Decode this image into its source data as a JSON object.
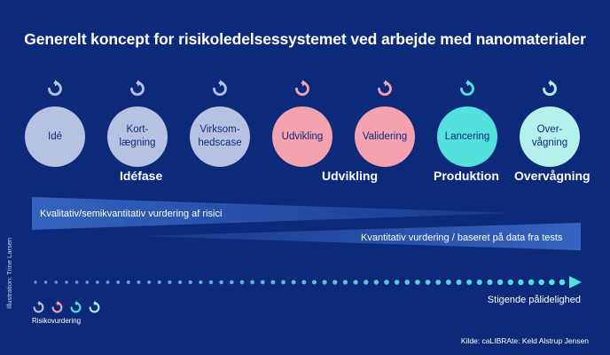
{
  "title": "Generelt koncept for risikoledelsessystemet ved arbejde med nanomaterialer",
  "colors": {
    "background": "#0d2a7a",
    "ide": "#b7c2e2",
    "udvikling": "#f4a1b0",
    "produktion": "#54e0dc",
    "band": "#2f59b4"
  },
  "stages": [
    {
      "label": "Idé",
      "color": "#b7c2e2",
      "icon": "cycle-arrow-icon"
    },
    {
      "label": "Kort-\nlægning",
      "color": "#b7c2e2",
      "icon": "cycle-arrow-icon"
    },
    {
      "label": "Virksom-\nhedscase",
      "color": "#b7c2e2",
      "icon": "cycle-arrow-icon"
    },
    {
      "label": "Udvikling",
      "color": "#f4a1b0",
      "icon": "cycle-arrow-icon"
    },
    {
      "label": "Validering",
      "color": "#f4a1b0",
      "icon": "cycle-arrow-icon"
    },
    {
      "label": "Lancering",
      "color": "#54e0dc",
      "icon": "cycle-arrow-icon"
    },
    {
      "label": "Over-\nvågning",
      "color": "#b4f1ec",
      "icon": "cycle-arrow-icon"
    }
  ],
  "phases": [
    "Idéfase",
    "Udvikling",
    "Produktion",
    "Overvågning"
  ],
  "bands": {
    "qualitative": "Kvalitativ/semikvantitativ vurdering af risici",
    "quantitative": "Kvantitativ vurdering / baseret på data fra tests"
  },
  "reliability_label": "Stigende pålidelighed",
  "legend": {
    "label": "Risikovurdering",
    "colors": [
      "#b7c2e2",
      "#f4a1b0",
      "#54e0dc",
      "#b4f1ec"
    ]
  },
  "credit": "Illustration: Trine Larsen",
  "source": "Kilde: caLIBRAte: Keld Alstrup Jensen"
}
